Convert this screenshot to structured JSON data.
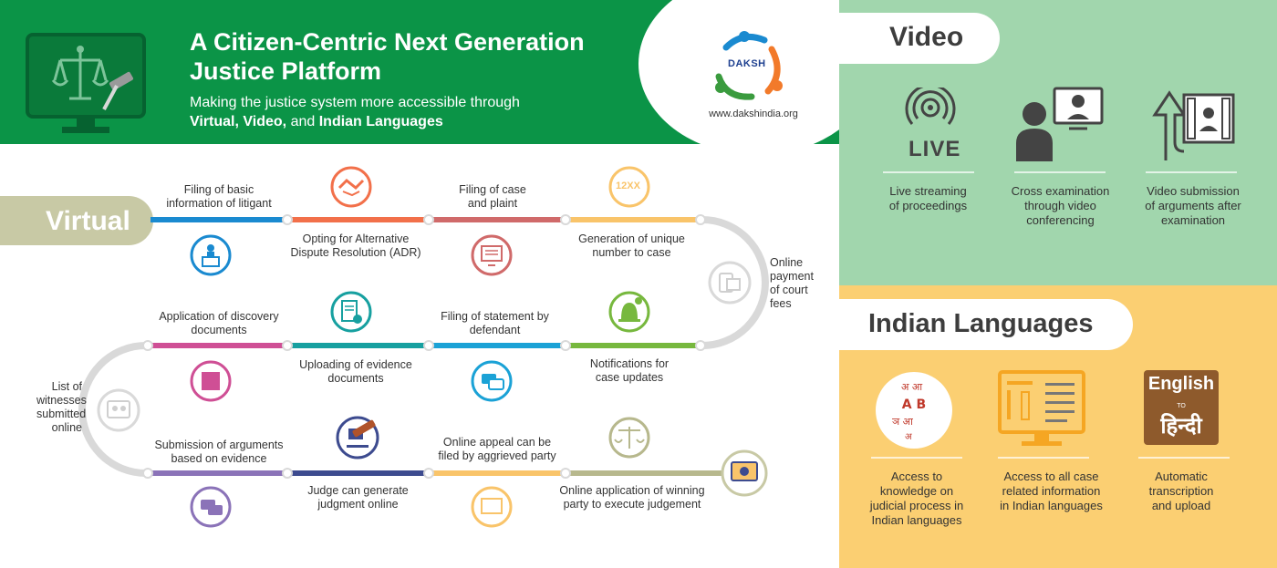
{
  "header": {
    "title_line1": "A Citizen-Centric Next Generation",
    "title_line2": "Justice Platform",
    "subtitle_line1": "Making the justice system more accessible through",
    "subtitle_virtual": "Virtual",
    "subtitle_video": "Video,",
    "subtitle_and": "and",
    "subtitle_languages": "Indian Languages",
    "logo_text": "DAKSH",
    "logo_url": "www.dakshindia.org"
  },
  "virtual": {
    "title": "Virtual",
    "steps": {
      "s1": [
        "Filing of basic",
        "information of litigant"
      ],
      "s2": [
        "Opting for Alternative",
        "Dispute Resolution (ADR)"
      ],
      "s3": [
        "Filing of case",
        "and plaint"
      ],
      "s4": [
        "Generation of unique",
        "number to case"
      ],
      "s4_icon_text": "12XX",
      "s5": [
        "Online",
        "payment",
        "of court",
        "fees"
      ],
      "s6": [
        "Notifications for",
        "case updates"
      ],
      "s7": [
        "Filing of statement by",
        "defendant"
      ],
      "s8": [
        "Uploading of evidence",
        "documents"
      ],
      "s9": [
        "Application of discovery",
        "documents"
      ],
      "s10": [
        "List of",
        "witnesses",
        "submitted",
        "online"
      ],
      "s11": [
        "Submission of arguments",
        "based on evidence"
      ],
      "s12": [
        "Judge can generate",
        "judgment online"
      ],
      "s13": [
        "Online appeal can be",
        "filed by aggrieved party"
      ],
      "s14": [
        "Online application of winning",
        "party to execute judgement"
      ]
    }
  },
  "video": {
    "title": "Video",
    "live_text": "LIVE",
    "items": [
      [
        "Live streaming",
        "of proceedings"
      ],
      [
        "Cross examination",
        "through video",
        "conferencing"
      ],
      [
        "Video submission",
        "of arguments after",
        "examination"
      ]
    ]
  },
  "languages": {
    "title": "Indian Languages",
    "english_word": "English",
    "to_word": "TO",
    "hindi_word": "हिन्दी",
    "items": [
      [
        "Access to",
        "knowledge on",
        "judicial process in",
        "Indian languages"
      ],
      [
        "Access to all case",
        "related information",
        "in Indian languages"
      ],
      [
        "Automatic",
        "transcription",
        "and upload"
      ]
    ]
  },
  "colors": {
    "green": "#0b9447",
    "blue": "#1a8ad0",
    "orange": "#f2704a",
    "rose": "#d06a6a",
    "yellow": "#f9c46a",
    "pink": "#cf4f95",
    "teal": "#17a0a0",
    "cyan": "#1ba2d6",
    "lime": "#77b83e",
    "navy": "#3d4b8f",
    "purple": "#8b73b8",
    "olive": "#b7b88d",
    "grey": "#d9d9d9"
  }
}
